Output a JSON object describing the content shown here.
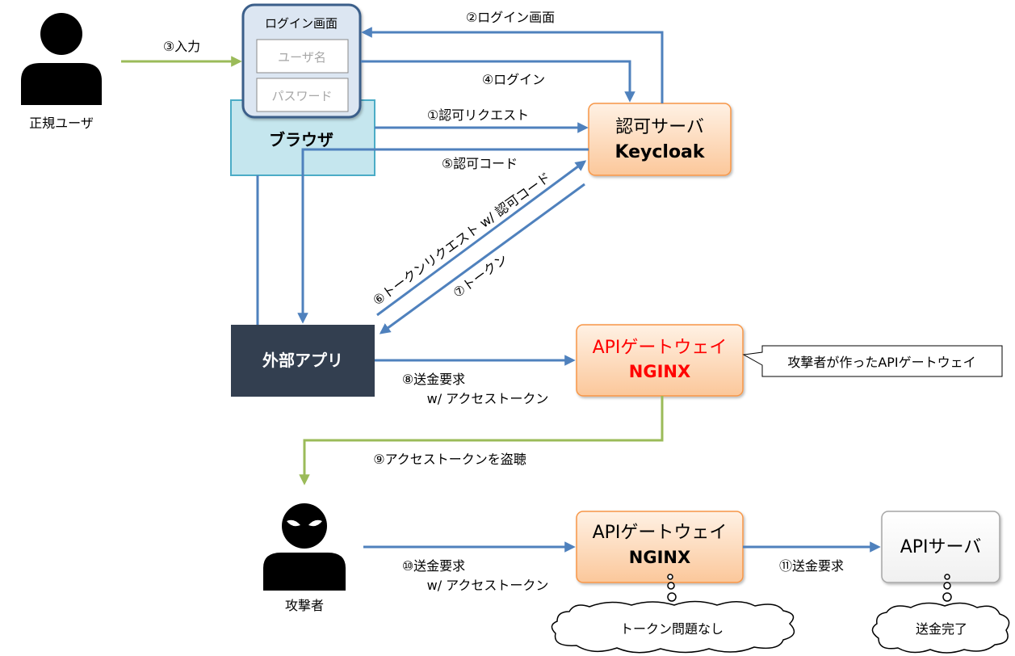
{
  "actors": {
    "legit_user": {
      "label": "正規ユーザ"
    },
    "attacker": {
      "label": "攻撃者"
    }
  },
  "browser": {
    "label": "ブラウザ",
    "login_screen": {
      "title": "ログイン画面",
      "username_placeholder": "ユーザ名",
      "password_placeholder": "パスワード"
    }
  },
  "auth_server": {
    "line1": "認可サーバ",
    "line2": "Keycloak"
  },
  "external_app": {
    "label": "外部アプリ"
  },
  "fake_gateway": {
    "line1": "APIゲートウェイ",
    "line2": "NGINX",
    "callout": "攻撃者が作ったAPIゲートウェイ"
  },
  "real_gateway": {
    "line1": "APIゲートウェイ",
    "line2": "NGINX",
    "thought": "トークン問題なし"
  },
  "api_server": {
    "label": "APIサーバ",
    "thought": "送金完了"
  },
  "steps": {
    "s1": "①認可リクエスト",
    "s2": "②ログイン画面",
    "s3": "③入力",
    "s4": "④ログイン",
    "s5": "⑤認可コード",
    "s6": "⑥トークンリクエスト w/ 認可コード",
    "s7": "⑦トークン",
    "s8_line1": "⑧送金要求",
    "s8_line2": "w/ アクセストークン",
    "s9": "⑨アクセストークンを盗聴",
    "s10_line1": "⑩送金要求",
    "s10_line2": "w/ アクセストークン",
    "s11": "⑪送金要求"
  },
  "colors": {
    "flow_arrow": "#4f81bd",
    "attack_arrow": "#9bbb59",
    "server_fill": "#fdd9b5",
    "server_stroke": "#f79646",
    "browser_fill": "#c5e6ee",
    "browser_stroke": "#4bacc6",
    "login_fill": "#dce6f2",
    "login_stroke": "#3b5e8a",
    "app_fill": "#333f50",
    "accent_red": "#ff0000"
  }
}
